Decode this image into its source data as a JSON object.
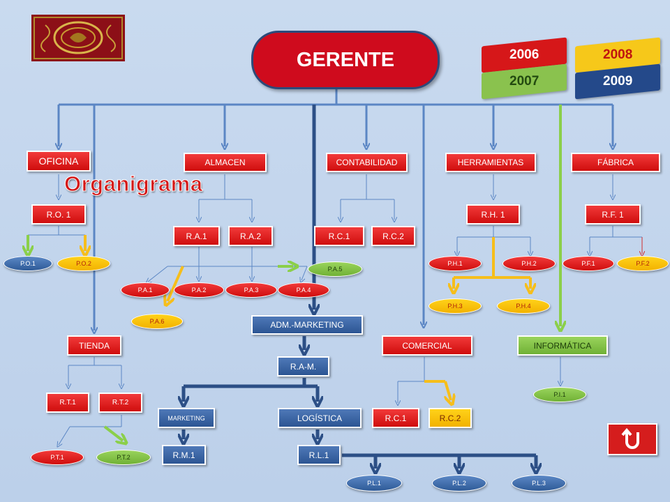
{
  "title": "Organigrama",
  "root": "GERENTE",
  "years": [
    "2006",
    "2007",
    "2008",
    "2009"
  ],
  "colors": {
    "red": "#cf0b1d",
    "blue": "#2c5593",
    "green": "#70b136",
    "yellow": "#f2b200"
  },
  "departments": {
    "oficina": "OFICINA",
    "almacen": "ALMACEN",
    "contabilidad": "CONTABILIDAD",
    "herramientas": "HERRAMIENTAS",
    "fabrica": "FÁBRICA",
    "tienda": "TIENDA",
    "adm_marketing": "ADM.-MARKETING",
    "comercial": "COMERCIAL",
    "informatica": "INFORMÁTICA"
  },
  "managers": {
    "ro1": "R.O. 1",
    "ra1": "R.A.1",
    "ra2": "R.A.2",
    "rc1": "R.C.1",
    "rc2": "R.C.2",
    "rh1": "R.H. 1",
    "rf1": "R.F. 1",
    "rt1": "R.T.1",
    "rt2": "R.T.2",
    "ram": "R.A-M.",
    "marketing": "MARKETING",
    "logistica": "LOGÍSTICA",
    "com_rc1": "R.C.1",
    "com_rc2": "R.C.2",
    "rm1": "R.M.1",
    "rl1": "R.L.1"
  },
  "staff": {
    "po1": "P.O.1",
    "po2": "P.O.2",
    "pa1": "P.A.1",
    "pa2": "P.A.2",
    "pa3": "P.A.3",
    "pa4": "P.A.4",
    "pa5": "P.A.5",
    "pa6": "P.A.6",
    "ph1": "P.H.1",
    "ph2": "P.H.2",
    "ph3": "P.H.3",
    "ph4": "P.H.4",
    "pf1": "P.F.1",
    "pf2": "P.F.2",
    "pt1": "P.T.1",
    "pt2": "P.T.2",
    "pi1": "P.I.1",
    "pl1": "P.L.1",
    "pl2": "P.L.2",
    "pl3": "P.L.3"
  }
}
